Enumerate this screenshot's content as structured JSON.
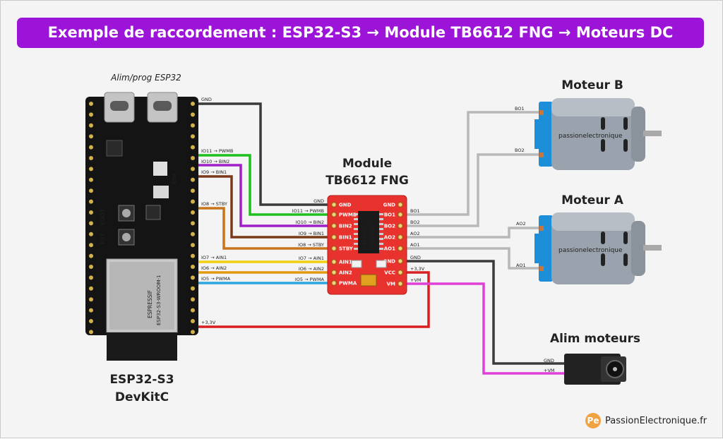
{
  "title": "Exemple de raccordement : ESP32-S3 → Module TB6612 FNG → Moteurs DC",
  "esp32": {
    "caption": "Alim/prog ESP32",
    "name_line1": "ESP32-S3",
    "name_line2": "DevKitC",
    "silk_rgb": "RGB",
    "silk_boot": "BOOT",
    "silk_rst": "RST",
    "module_brand": "ESPRESSIF",
    "module_model": "ESP32-S3-WROOM-1",
    "pin_gnd": "GND",
    "pin_io11": "IO11 → PWMB",
    "pin_io10": "IO10 → BIN2",
    "pin_io9": "IO9 → BIN1",
    "pin_io8": "IO8 → STBY",
    "pin_io7": "IO7 → AIN1",
    "pin_io6": "IO6 → AIN2",
    "pin_io5": "IO5 → PWMA",
    "pin_3v3": "+3,3V"
  },
  "module": {
    "title_line1": "Module",
    "title_line2": "TB6612 FNG",
    "chip_line1": "TB6612",
    "chip_line2": "6612FNG",
    "left_pins": [
      "GND",
      "PWMB",
      "BIN2",
      "BIN1",
      "STBY",
      "AIN1",
      "AIN2",
      "PWMA"
    ],
    "right_pins": [
      "GND",
      "BO1",
      "BO2",
      "AO2",
      "AO1",
      "GND",
      "VCC",
      "VM"
    ],
    "in_gnd": "GND",
    "in_pwmb": "IO11 → PWMB",
    "in_bin2": "IO10 → BIN2",
    "in_bin1": "IO9 → BIN1",
    "in_stby": "IO8 → STBY",
    "in_ain1": "IO7 → AIN1",
    "in_ain2": "IO6 → AIN2",
    "in_pwma": "IO5 → PWMA",
    "out_bo1": "BO1",
    "out_bo2": "BO2",
    "out_ao2": "AO2",
    "out_ao1": "AO1",
    "out_gnd": "GND",
    "out_3v3": "+3,3V",
    "out_vm": "+VM"
  },
  "motor_b": {
    "label": "Moteur B",
    "term1": "BO1",
    "term2": "BO2",
    "watermark": "passionelectronique"
  },
  "motor_a": {
    "label": "Moteur A",
    "term1": "AO2",
    "term2": "AO1",
    "watermark": "passionelectronique"
  },
  "power": {
    "label": "Alim moteurs",
    "term_gnd": "GND",
    "term_vm": "+VM"
  },
  "footer": {
    "text": "PassionElectronique.fr",
    "logo": "Pe"
  },
  "colors": {
    "title_bg": "#9b14d8",
    "wire_gnd": "#3a3a3a",
    "wire_pwmb": "#1ec01e",
    "wire_bin2": "#a020c8",
    "wire_bin1": "#7a3a1a",
    "wire_stby": "#c8741a",
    "wire_ain1": "#f0d010",
    "wire_ain2": "#e39a10",
    "wire_pwma": "#2aa7e0",
    "wire_3v3": "#d81e1e",
    "wire_motor": "#b8b8b8",
    "wire_vm": "#e040d8",
    "module_pcb": "#e8322e",
    "motor_blue": "#1d8fd8"
  }
}
